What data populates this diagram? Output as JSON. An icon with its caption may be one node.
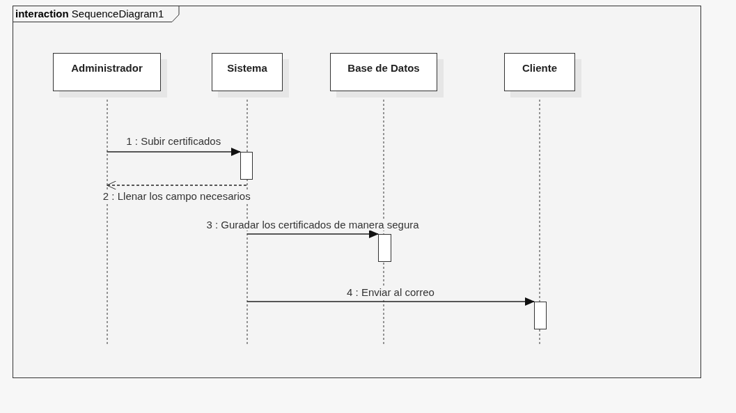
{
  "diagram": {
    "nodes": [
      {
        "text": [
          "**interaction** SequenceDiagram1"
        ]
      },
      {
        "text": [
          "Administrador"
        ],
        "in": 0
      },
      {
        "text": [
          "Sistema"
        ],
        "in": 0
      },
      {
        "text": [
          "Base de Datos"
        ],
        "in": 0
      },
      {
        "text": [
          "Cliente"
        ],
        "in": 0
      },
      {
        "text": [],
        "shape": "bar",
        "in": 2
      },
      {
        "text": [],
        "shape": "bar",
        "in": 3
      },
      {
        "text": [],
        "shape": "bar",
        "in": 4
      }
    ],
    "edges": [
      {
        "from": 1,
        "to": 5,
        "arrow": "to",
        "label": "1 : Subir certificados"
      },
      {
        "from": 5,
        "to": 1,
        "arrow": "to",
        "style": "dashed",
        "label": "2 : Llenar los campo necesarios"
      },
      {
        "from": 2,
        "to": 6,
        "arrow": "to",
        "label": "3 : Guradar los certificados de manera segura"
      },
      {
        "from": 2,
        "to": 7,
        "arrow": "to",
        "label": "4 : Enviar al correo"
      }
    ]
  }
}
